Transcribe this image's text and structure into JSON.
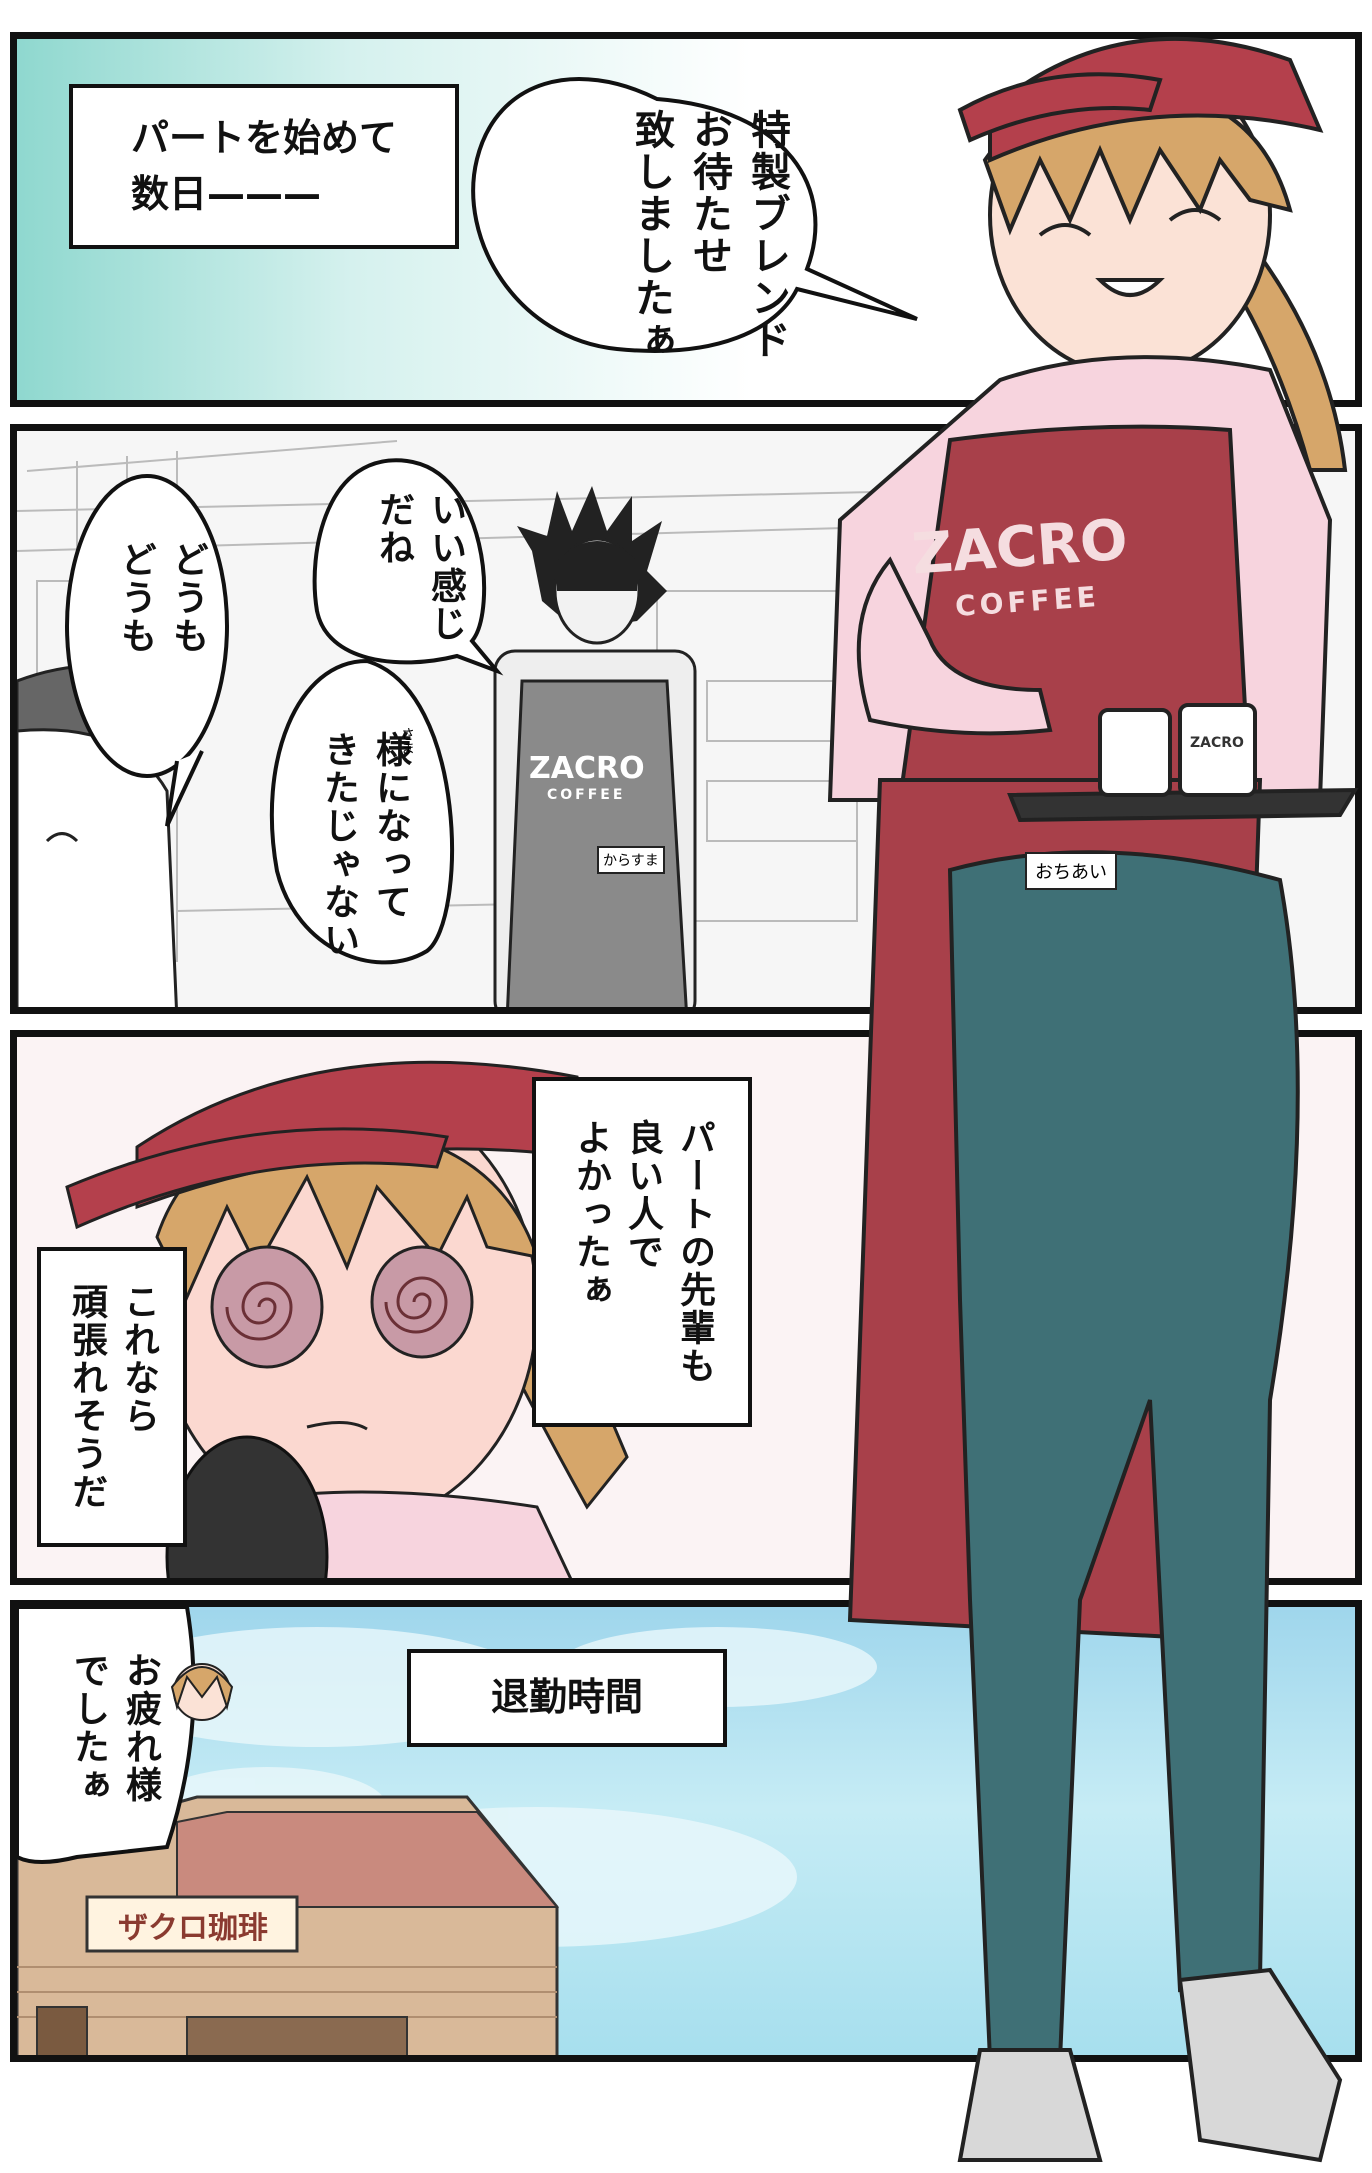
{
  "panel1": {
    "caption": "パートを始めて\n数日———",
    "speech": "特製ブレンド\nお待たせ\n致しましたぁ"
  },
  "panel2": {
    "speech_left": "どうも\nどうも",
    "speech_center_top": "いい感じ\nだね",
    "speech_center_bottom": "様になって\nきたじゃない",
    "ruby_sama": "さま",
    "coworker_apron_logo": "ZACRO",
    "coworker_apron_sub": "COFFEE",
    "coworker_nametag": "からすま"
  },
  "panel3": {
    "caption_right": "パートの先輩も\n良い人で\nよかったぁ",
    "caption_left": "これなら\n頑張れそうだ"
  },
  "panel4": {
    "caption": "退勤時間",
    "speech": "お疲れ様\nでしたぁ",
    "shop_sign": "ザクロ珈琲"
  },
  "main_character": {
    "apron_logo": "ZACRO",
    "apron_sub": "COFFEE",
    "nametag": "おちあい",
    "cup_logo": "ZACRO"
  },
  "colors": {
    "cap_red": "#b4404c",
    "apron_red": "#a8404a",
    "jeans_teal": "#3f7076",
    "shirt_pink": "#f7d4de",
    "hair_blond": "#d6a66a",
    "sky_blue": "#a6dcee"
  }
}
